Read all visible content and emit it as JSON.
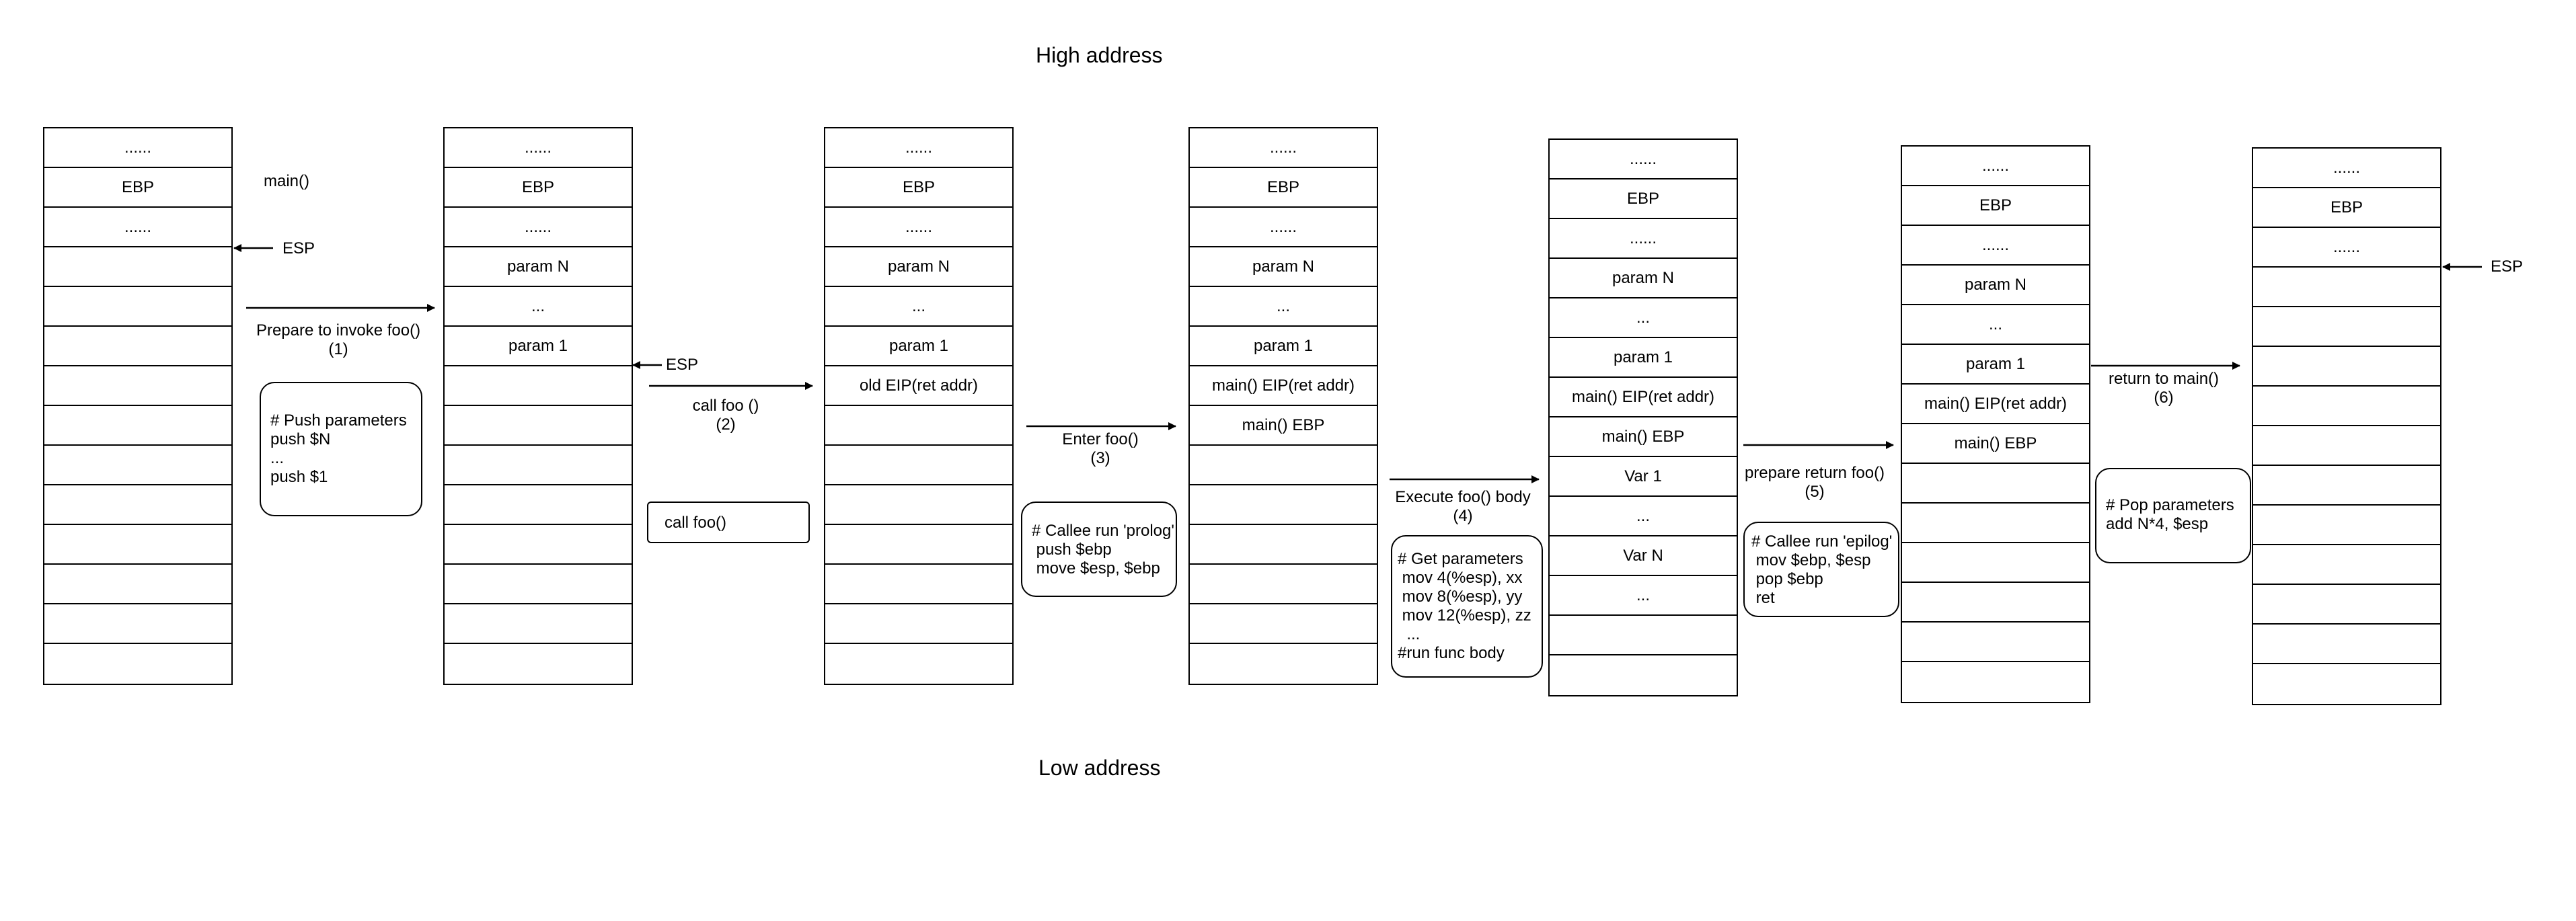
{
  "labels": {
    "high_address": "High address",
    "low_address": "Low address",
    "main_func": "main()",
    "esp": "ESP"
  },
  "stacks": [
    [
      "......",
      "EBP",
      "......",
      "",
      "",
      "",
      "",
      "",
      "",
      "",
      "",
      "",
      "",
      ""
    ],
    [
      "......",
      "EBP",
      "......",
      "param N",
      "...",
      "param 1",
      "",
      "",
      "",
      "",
      "",
      "",
      "",
      ""
    ],
    [
      "......",
      "EBP",
      "......",
      "param N",
      "...",
      "param 1",
      "old EIP(ret addr)",
      "",
      "",
      "",
      "",
      "",
      "",
      ""
    ],
    [
      "......",
      "EBP",
      "......",
      "param N",
      "...",
      "param 1",
      "main() EIP(ret addr)",
      "main() EBP",
      "",
      "",
      "",
      "",
      "",
      ""
    ],
    [
      "......",
      "EBP",
      "......",
      "param N",
      "...",
      "param 1",
      "main() EIP(ret addr)",
      "main() EBP",
      "Var 1",
      "...",
      "Var N",
      "...",
      "",
      ""
    ],
    [
      "......",
      "EBP",
      "......",
      "param N",
      "...",
      "param 1",
      "main() EIP(ret addr)",
      "main() EBP",
      "",
      "",
      "",
      "",
      "",
      ""
    ],
    [
      "......",
      "EBP",
      "......",
      "",
      "",
      "",
      "",
      "",
      "",
      "",
      "",
      "",
      "",
      ""
    ]
  ],
  "steps": [
    {
      "title": "Prepare to invoke foo()",
      "number": "(1)"
    },
    {
      "title": "call foo ()",
      "number": "(2)"
    },
    {
      "title": "Enter foo()",
      "number": "(3)"
    },
    {
      "title": "Execute foo() body",
      "number": "(4)"
    },
    {
      "title": "prepare return foo()",
      "number": "(5)"
    },
    {
      "title": "return to main()",
      "number": "(6)"
    }
  ],
  "notes": [
    [
      "# Push parameters",
      "push $N",
      "...",
      "push $1"
    ],
    [
      "call foo()"
    ],
    [
      "# Callee run 'prolog'",
      " push $ebp",
      " move $esp, $ebp"
    ],
    [
      "# Get parameters",
      " mov 4(%esp), xx",
      " mov 8(%esp), yy",
      " mov 12(%esp), zz",
      "  ...",
      "#run func body"
    ],
    [
      "# Callee run 'epilog'",
      " mov $ebp, $esp",
      " pop $ebp",
      " ret"
    ],
    [
      "# Pop parameters",
      "add N*4, $esp"
    ]
  ]
}
